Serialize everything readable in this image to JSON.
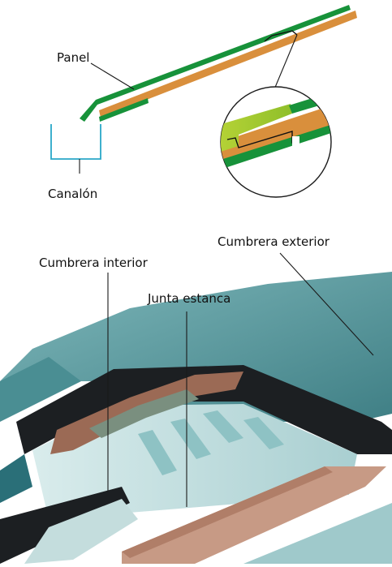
{
  "labels": {
    "panel": "Panel",
    "gutter": "Canalón",
    "outer_ridge": "Cumbrera exterior",
    "inner_ridge": "Cumbrera interior",
    "seal": "Junta estanca"
  },
  "colors": {
    "panel_green": "#17923a",
    "panel_orange": "#d98f3c",
    "gutter_cyan": "#2aa8c8",
    "roof_teal": "#5e9fa3",
    "ridge_brown": "#c79a85",
    "frame_dark": "#1c1f22",
    "leader_line": "#1a1a1a"
  }
}
